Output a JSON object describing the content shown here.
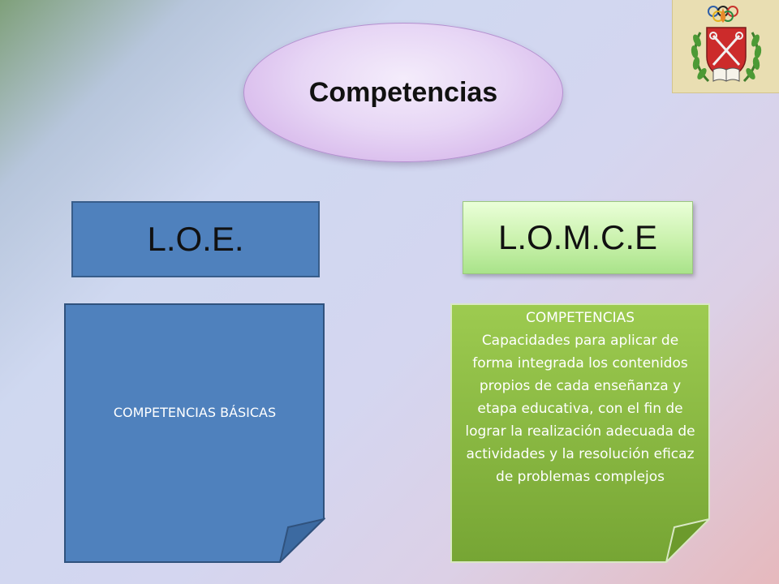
{
  "title": "Competencias",
  "left": {
    "heading": "L.O.E.",
    "note_text": "COMPETENCIAS BÁSICAS",
    "fill": "#4f81bd"
  },
  "right": {
    "heading": "L.O.M.C.E",
    "note_title": "COMPETENCIAS",
    "note_text": "Capacidades para aplicar de forma integrada los contenidos propios de cada enseñanza y etapa educativa, con el fin de lograr la realización adecuada de actividades y la resolución eficaz de problemas complejos",
    "fill": "#8ec045"
  },
  "logo": {
    "icon": "school-crest-icon"
  }
}
